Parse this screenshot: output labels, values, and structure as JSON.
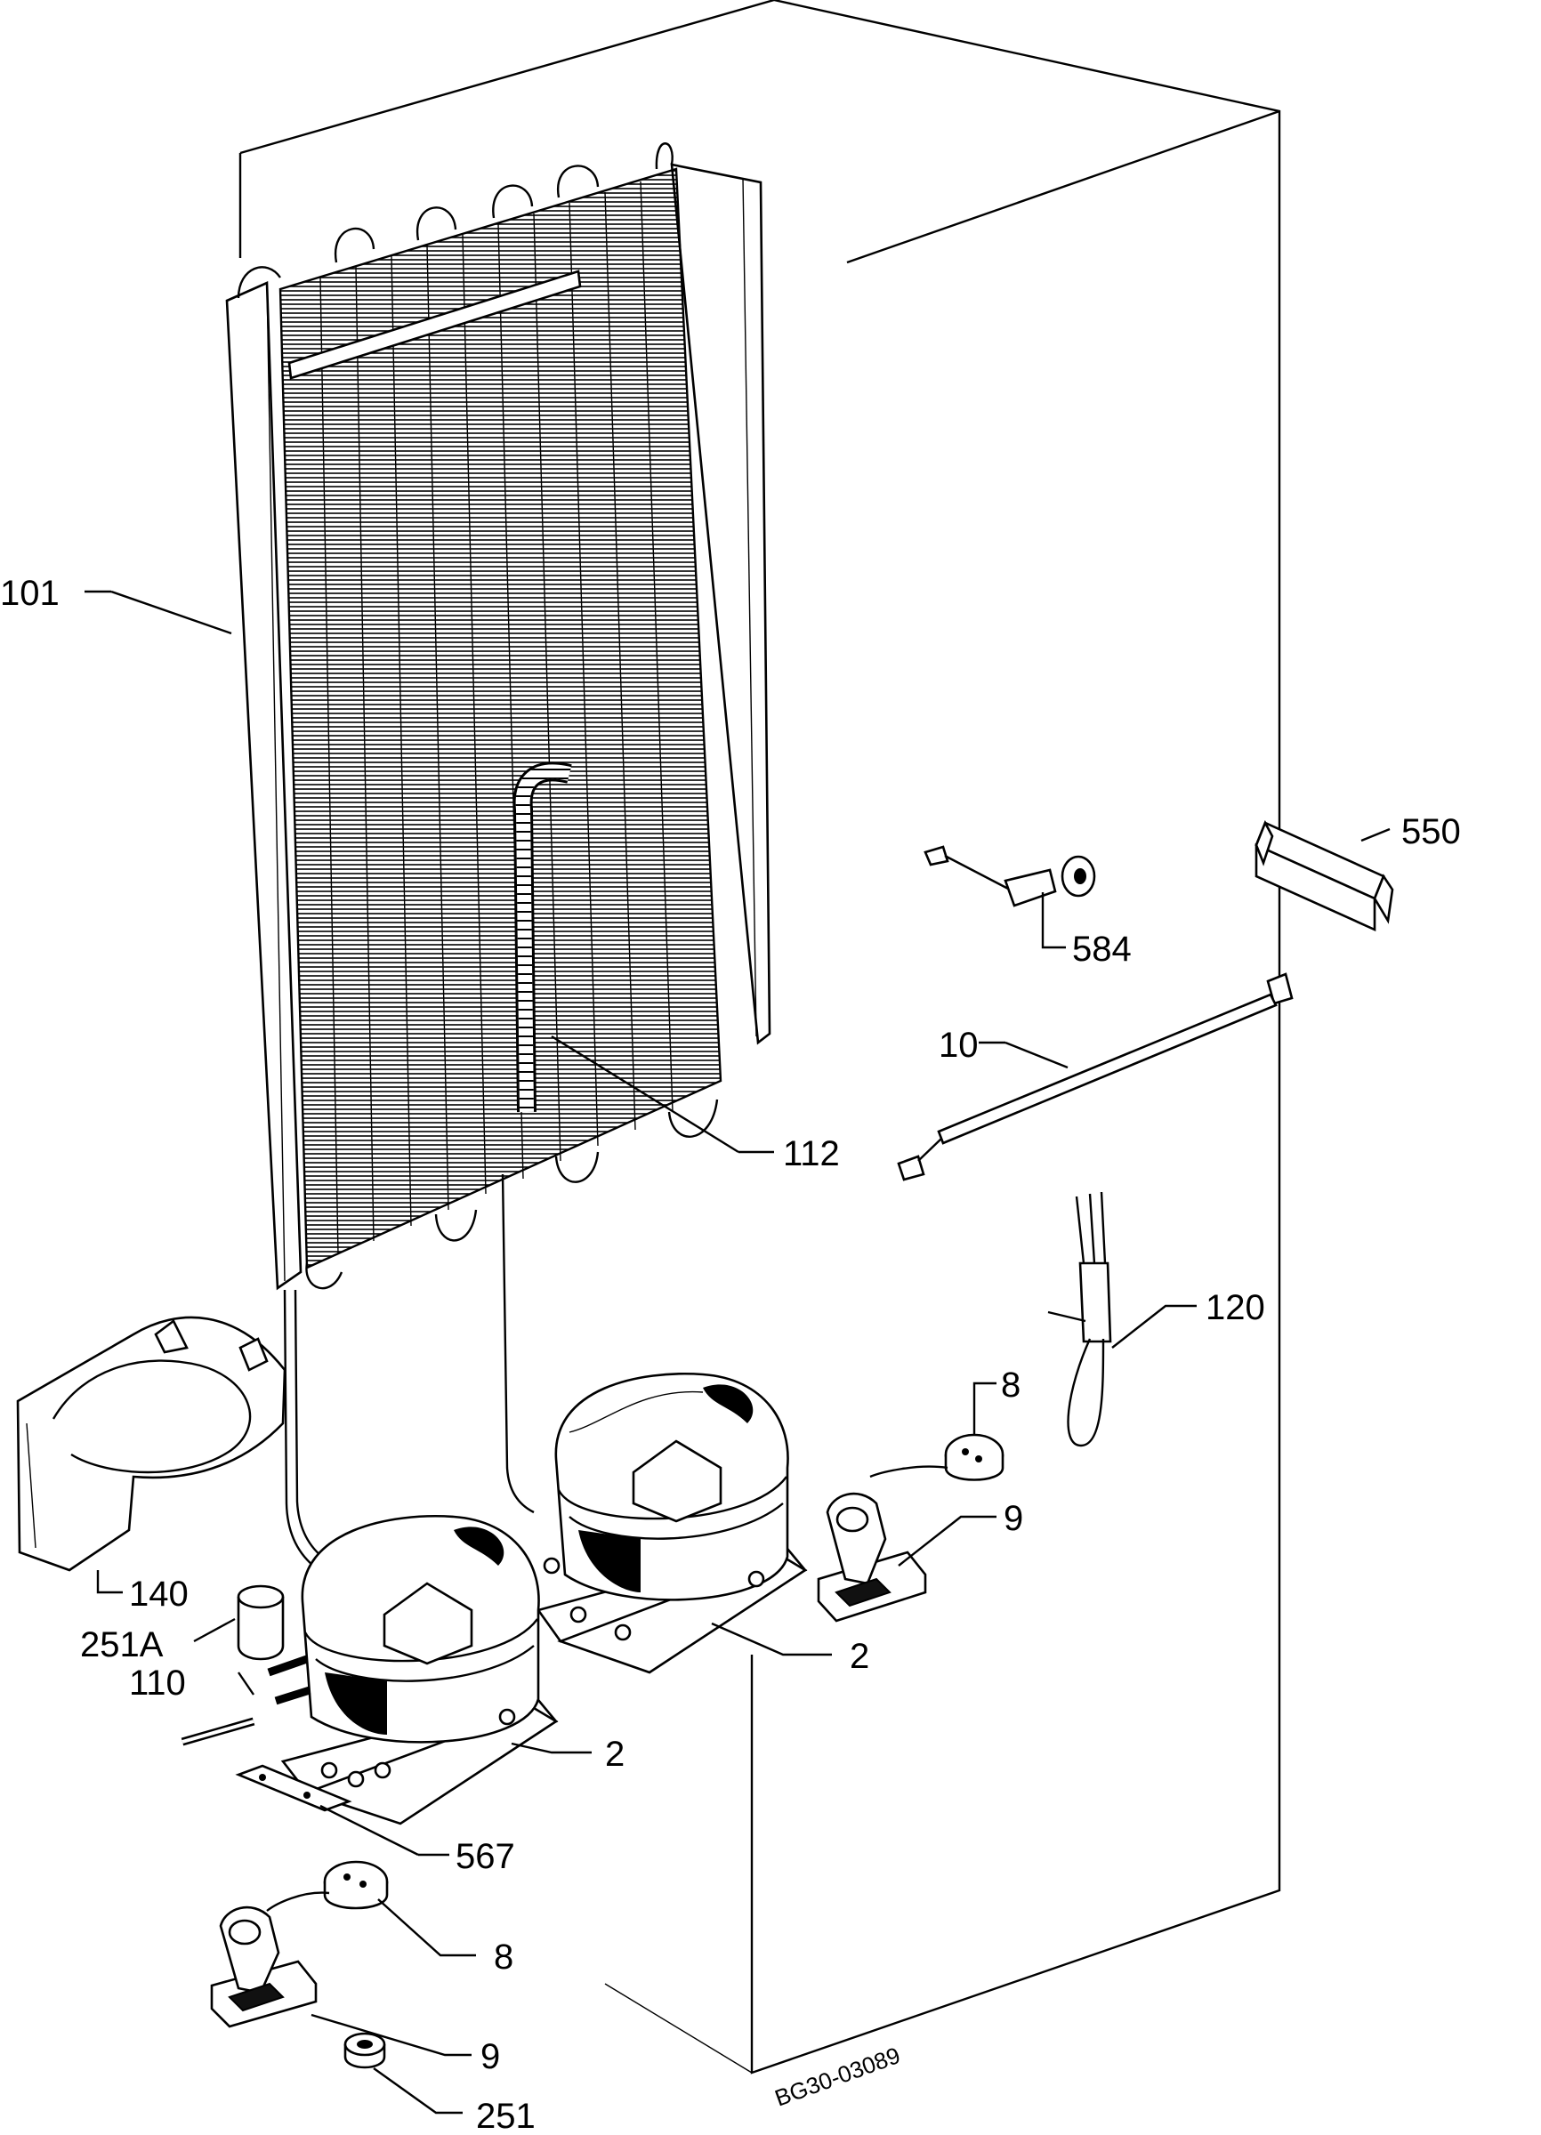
{
  "drawing_code": "BG30-03089",
  "callouts": {
    "c101": "101",
    "c550": "550",
    "c584": "584",
    "c10": "10",
    "c112": "112",
    "c120": "120",
    "c8a": "8",
    "c9a": "9",
    "c140": "140",
    "c251A": "251A",
    "c110": "110",
    "c2a": "2",
    "c2b": "2",
    "c567": "567",
    "c8b": "8",
    "c9b": "9",
    "c251": "251"
  },
  "colors": {
    "ink": "#000000",
    "paper": "#ffffff"
  }
}
